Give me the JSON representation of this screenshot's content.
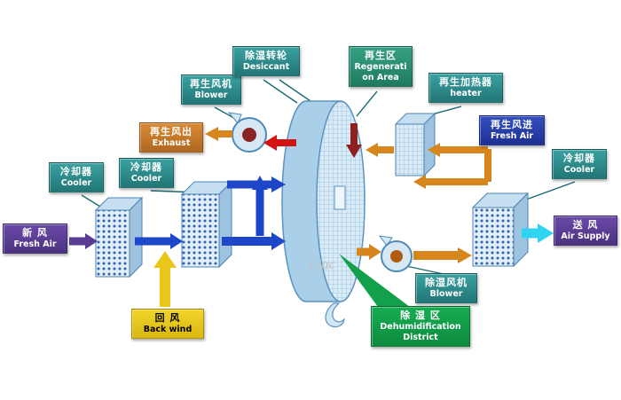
{
  "watermark": "xtjqc",
  "colors": {
    "label_teal": "#2e9090",
    "label_purple": "#5a3d8f",
    "label_orange": "#c97a2b",
    "label_blue": "#2438ae",
    "label_yellow": "#ecc91c",
    "label_green": "#12a04c",
    "arrow_blue": "#1e46c8",
    "arrow_purple": "#5a3d92",
    "arrow_orange": "#d6861c",
    "arrow_red": "#d41414",
    "arrow_maroon": "#8f2020",
    "arrow_yellow": "#eac51a",
    "arrow_cyan": "#2fd4f0",
    "wheel_fill": "#a9cfe9"
  },
  "labels": {
    "fresh_air_in": {
      "lines": [
        "新 风",
        "Fresh Air"
      ]
    },
    "cooler_1": {
      "lines": [
        "冷却器",
        "Cooler"
      ]
    },
    "cooler_2": {
      "lines": [
        "冷却器",
        "Cooler"
      ]
    },
    "regen_blower": {
      "lines": [
        "再生风机",
        "Blower"
      ]
    },
    "regen_exhaust": {
      "lines": [
        "再生风出",
        "Exhaust"
      ]
    },
    "desiccant_wheel": {
      "lines": [
        "除湿转轮",
        "Desiccant"
      ]
    },
    "regen_area": {
      "lines": [
        "再生区",
        "Regenerati",
        "on Area"
      ]
    },
    "regen_heater": {
      "lines": [
        "再生加热器",
        "heater"
      ]
    },
    "regen_fresh_air": {
      "lines": [
        "再生风进",
        "Fresh Air"
      ]
    },
    "cooler_3": {
      "lines": [
        "冷却器",
        "Cooler"
      ]
    },
    "air_supply": {
      "lines": [
        "送 风",
        "Air Supply"
      ]
    },
    "dehum_blower": {
      "lines": [
        "除湿风机",
        "Blower"
      ]
    },
    "back_wind": {
      "lines": [
        "回 风",
        "Back wind"
      ]
    },
    "dehum_district": {
      "lines": [
        "除 湿 区",
        "Dehumidification",
        "District"
      ]
    }
  }
}
